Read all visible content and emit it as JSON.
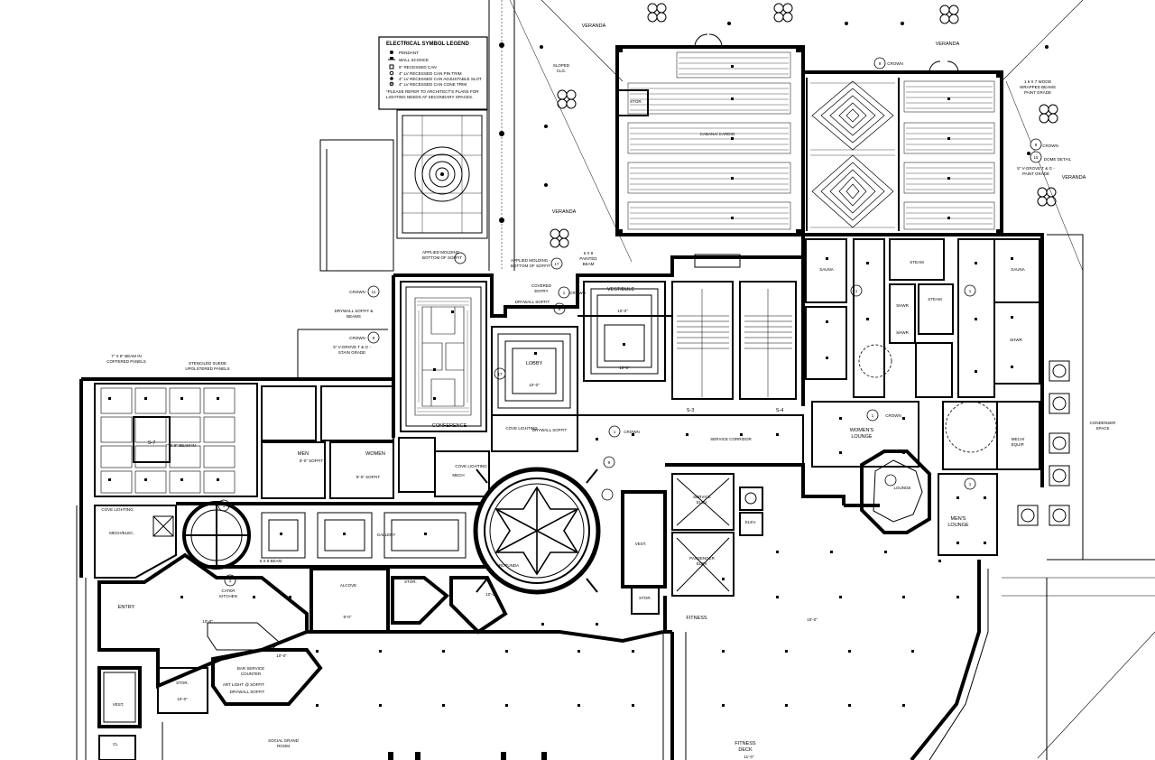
{
  "legend": {
    "title": "ELECTRICAL SYMBOL LEGEND",
    "items": [
      {
        "icon": "pendant-icon",
        "label": "PENDANT"
      },
      {
        "icon": "wall-sconce-icon",
        "label": "WALL SCONCE"
      },
      {
        "icon": "recessed-can-icon",
        "label": "5\" RECESSED CAN"
      },
      {
        "icon": "lv-pin-trim-icon",
        "label": "4\" LV RECESSED CAN PIN TRIM"
      },
      {
        "icon": "lv-adjustable-slot-icon",
        "label": "4\" LV RECESSED CAN ADJUSTABLE SLOT"
      },
      {
        "icon": "lv-cone-trim-icon",
        "label": "4\" LV RECESSED CAN CONE TRIM"
      }
    ],
    "note_line1": "*PLEASE REFER TO ARCHITECT'S PLANS FOR",
    "note_line2": "LIGHTING NEEDS AT SECONDARY SPACES."
  },
  "labels": {
    "veranda_top": "VERANDA",
    "veranda_top_right": "VERANDA",
    "veranda_right": "VERANDA",
    "veranda_mid": "VERANDA",
    "sloped_clg": "SLOPED",
    "sloped_clg2": "CLG.",
    "stor_top": "STOR.",
    "cabana_cardio": "CABANA/ CARDIO",
    "wood_beams_1": "1 6 X 7 WOOD",
    "wood_beams_2": "WRAPPED BEAMS",
    "wood_beams_3": "PAINT GRADE",
    "vgrove_1": "5\" V-GROVE T & G -",
    "vgrove_2": "PAINT GRADE",
    "dome_detail": "DOME DETAIL",
    "crown": "CROWN",
    "crown2": "CROWN",
    "crown3": "CROWN",
    "crown4": "CROWN",
    "crown5": "CROWN",
    "crown6": "CROWN",
    "crown7": "CROWN",
    "applied_molding_1": "APPLIED MOLDING -",
    "applied_molding_2": "BOTTOM OF SOFFIT",
    "painted_beam_1": "6 X 8",
    "painted_beam_2": "PAINTED",
    "painted_beam_3": "BEAM",
    "drywall_soffit_beams_1": "DRYWALL SOFFIT &",
    "drywall_soffit_beams_2": "BEAMS",
    "stain_grade_1": "5\" V-GROVE T & G -",
    "stain_grade_2": "STAIN GRADE",
    "coffered_panels_1": "7\" X 8\" BEAM IN",
    "coffered_panels_2": "COFFERED PANELS",
    "upholstered_1": "STENCILED SUEDE",
    "upholstered_2": "UPOLSTERED PANELS",
    "covered_entry_1": "COVERED",
    "covered_entry_2": "ENTRY",
    "drywall_soffit": "DRYWALL SOFFIT",
    "vestibule": "VESTIBULE",
    "lobby": "LOBBY",
    "conference": "CONFERENCE",
    "cove_lighting": "COVE LIGHTING",
    "cove_lighting2": "COVE LIGHTING",
    "cove_lighting3": "COVE LIGHTING",
    "drywall_soffit2": "DRYWALL SOFFIT",
    "mech_elec": "MECH/ELEC.",
    "men": "MEN",
    "women": "WOMEN",
    "soffit": "8'-0\" SOFFIT",
    "mech": "MECH",
    "gallery": "GALLERY",
    "rotunda": "ROTUNDA",
    "beam_6x8": "6 X 8 BEAM",
    "alcove": "ALCOVE",
    "entry": "ENTRY",
    "cater_kitchen_1": "CATER",
    "cater_kitchen_2": "KITCHEN",
    "stor_1": "STOR.",
    "stor_2": "STOR.",
    "stor_3": "STOR.",
    "bar_service_1": "BAR SERVICE",
    "bar_service_2": "COUNTER",
    "art_light": "ART LIGHT @ SOFFIT",
    "drywall_soffit3": "DRYWALL SOFFIT",
    "vest_1": "VEST.",
    "vest_2": "VEST.",
    "cl": "CL",
    "social_grand_1": "SOCIAL GRAND",
    "social_grand_2": "ROOM",
    "service_corridor": "SERVICE CORRIDOR",
    "service_elev_1": "SERVICE",
    "service_elev_2": "ELEV.",
    "passenger_elev_1": "PASSENGER",
    "passenger_elev_2": "ELEV.",
    "fitness": "FITNESS",
    "fitness_deck_1": "FITNESS",
    "fitness_deck_2": "DECK",
    "womens_lounge_1": "WOMEN'S",
    "womens_lounge_2": "LOUNGE",
    "mens_lounge_1": "MEN'S",
    "mens_lounge_2": "LOUNGE",
    "lounge": "LOUNGE",
    "mech_equip_1": "MECH/",
    "mech_equip_2": "EQUIP.",
    "condenser_1": "CONDENSER",
    "condenser_2": "SPACE",
    "sauna_1": "SAUNA",
    "sauna_2": "SAUNA",
    "steam_1": "STEAM",
    "steam_2": "STEAM",
    "shwr_1": "SHWR",
    "shwr_2": "SHWR",
    "shwr_3": "SHWR",
    "stair_s3": "S-3",
    "stair_s4": "S-4",
    "stair_s7": "S-7",
    "elev_label": "ELEV."
  },
  "heights": {
    "h_10_0": "10'-0\"",
    "h_9_0": "9'-0\"",
    "h_8_0": "8'-0\"",
    "h_11_0": "11'-0\""
  },
  "callouts": [
    "1",
    "9",
    "11",
    "15",
    "17",
    "8"
  ]
}
